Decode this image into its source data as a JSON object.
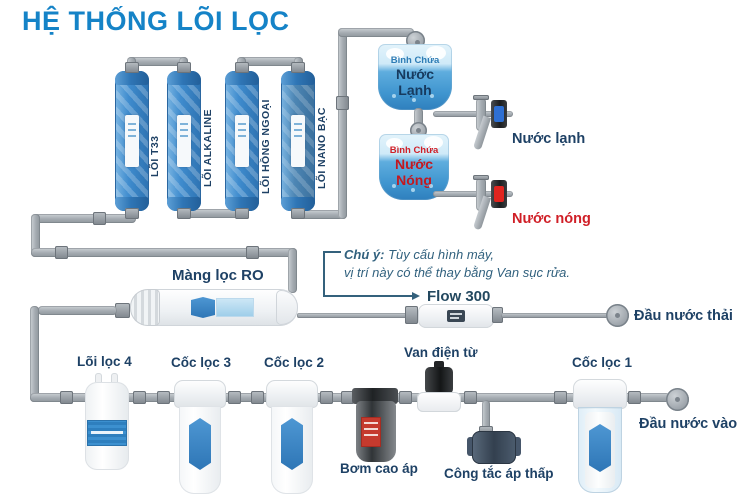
{
  "title": "HỆ THỐNG LÕI LỌC",
  "cartridges": {
    "c1": "LÕI T33",
    "c2": "LÕI ALKALINE",
    "c3": "LÕI HỒNG NGOẠI",
    "c4": "LÕI NANO BẠC"
  },
  "tanks": {
    "cold_line1": "Bình Chứa",
    "cold_line2": "Nước Lạnh",
    "hot_line1": "Bình Chứa",
    "hot_line2": "Nước Nóng"
  },
  "faucets": {
    "cold": "Nước lạnh",
    "hot": "Nước nóng"
  },
  "ro_label": "Màng lọc RO",
  "note": {
    "bold": "Chú ý:",
    "rest1": " Tùy cấu hình máy,",
    "line2": "vị trí này có thể thay bằng Van sục rửa."
  },
  "flow_label": "Flow 300",
  "waste_label": "Đầu nước thải",
  "inlet_label": "Đầu nước vào",
  "bottom": {
    "filter4": "Lõi lọc 4",
    "cup3": "Cốc lọc 3",
    "cup2": "Cốc lọc 2",
    "pump": "Bơm cao áp",
    "solenoid": "Van điện từ",
    "pressure_switch": "Công tắc áp thấp",
    "cup1": "Cốc lọc 1"
  },
  "colors": {
    "title_blue": "#1583c7",
    "label_navy": "#1e4165",
    "accent_red": "#d01f27",
    "note_slate": "#31617e",
    "pipe_gray": "#a4abb1",
    "cartridge_blue": "#3f8cce",
    "tank_water_blue": "#3f95cf"
  }
}
